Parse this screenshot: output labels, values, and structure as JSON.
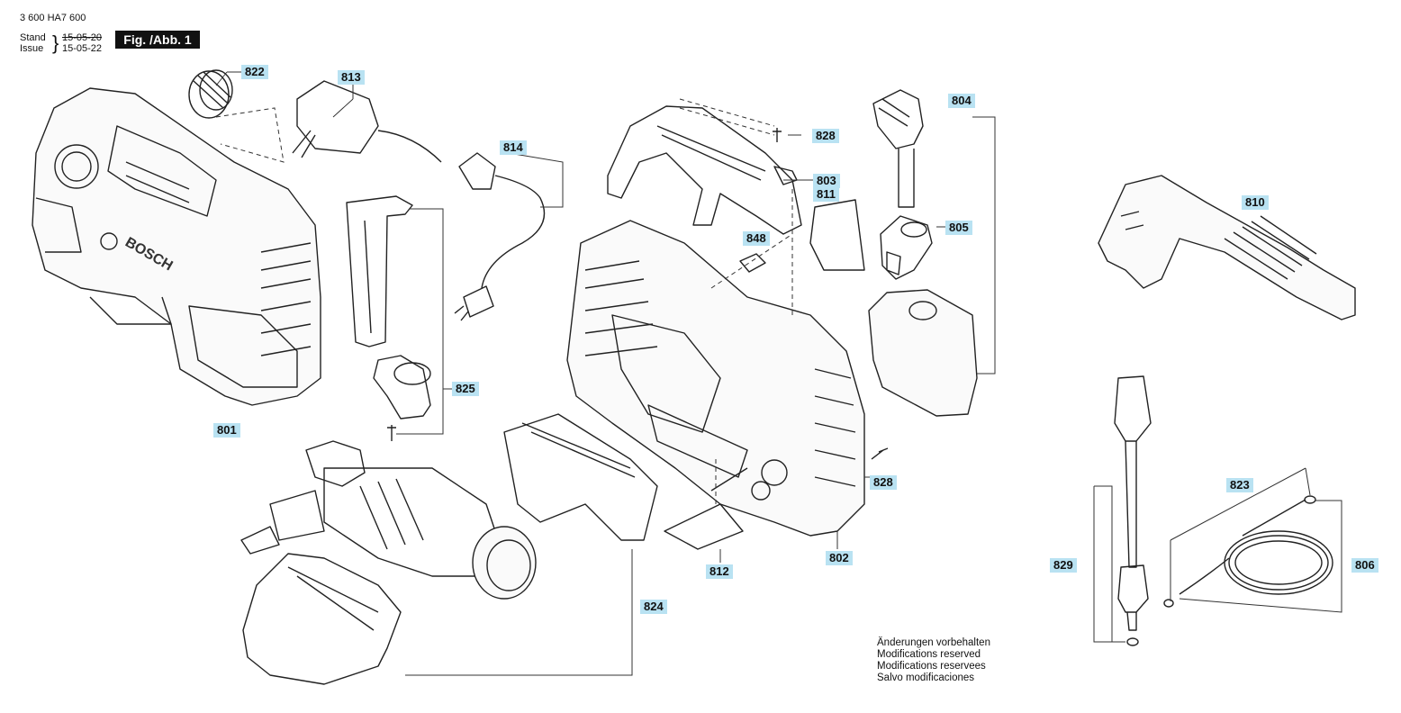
{
  "header": {
    "doc_number": "3 600 HA7 600",
    "stand_label": "Stand",
    "stand_date": "15-05-20",
    "issue_label": "Issue",
    "issue_date": "15-05-22",
    "figure_label": "Fig. /Abb. 1"
  },
  "parts": {
    "p801": "801",
    "p802": "802",
    "p803": "803",
    "p804": "804",
    "p805": "805",
    "p806": "806",
    "p810": "810",
    "p811": "811",
    "p812": "812",
    "p813": "813",
    "p814": "814",
    "p822": "822",
    "p823": "823",
    "p824": "824",
    "p825": "825",
    "p828a": "828",
    "p828b": "828",
    "p829": "829",
    "p848": "848"
  },
  "brand_marking": "BOSCH",
  "notes": [
    "Änderungen vorbehalten",
    "Modifications reserved",
    "Modifications reservees",
    "Salvo modificaciones"
  ]
}
